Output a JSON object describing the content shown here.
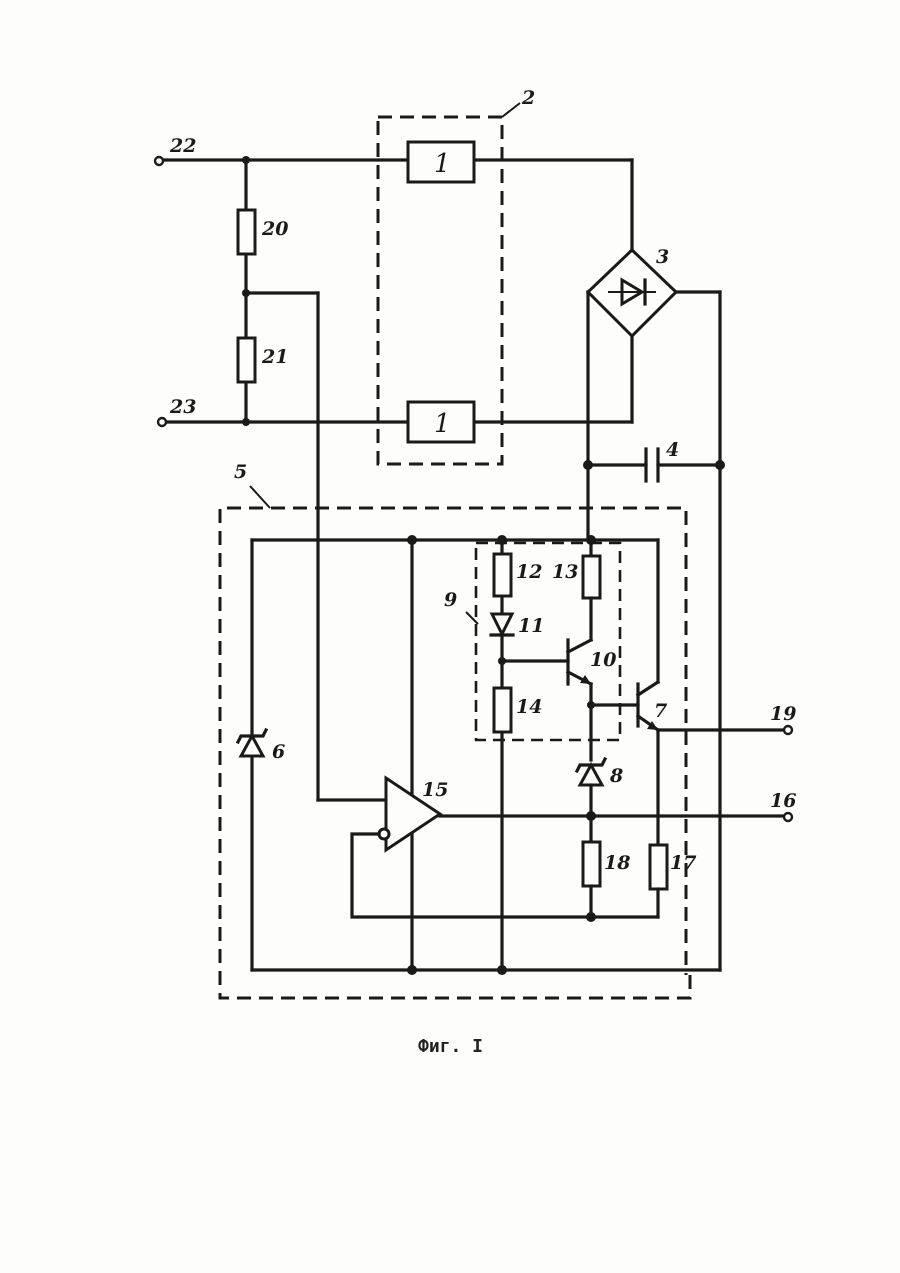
{
  "figure": {
    "caption": "Фиг. I"
  },
  "labels": {
    "block_2": "2",
    "bridge_3": "3",
    "capacitor_4": "4",
    "unit_5": "5",
    "zener_6": "6",
    "transistor_7": "7",
    "zener_8": "8",
    "subunit_9": "9",
    "transistor_10": "10",
    "diode_11": "11",
    "resistor_12": "12",
    "resistor_13": "13",
    "resistor_14": "14",
    "opamp_15": "15",
    "terminal_16": "16",
    "resistor_17": "17",
    "resistor_18": "18",
    "terminal_19": "19",
    "resistor_20": "20",
    "resistor_21": "21",
    "terminal_22": "22",
    "terminal_23": "23",
    "block_1_top": "1",
    "block_1_bottom": "1"
  }
}
